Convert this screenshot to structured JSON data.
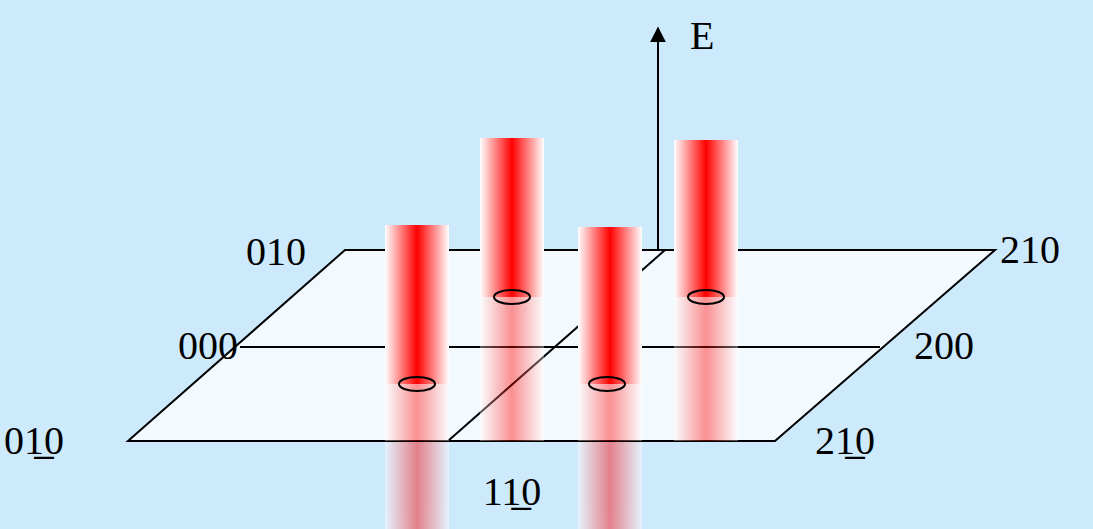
{
  "diagram": {
    "labels": [
      "E",
      "010",
      "000",
      "01̲0",
      "11̲0",
      "210",
      "200",
      "21̲0"
    ]
  }
}
